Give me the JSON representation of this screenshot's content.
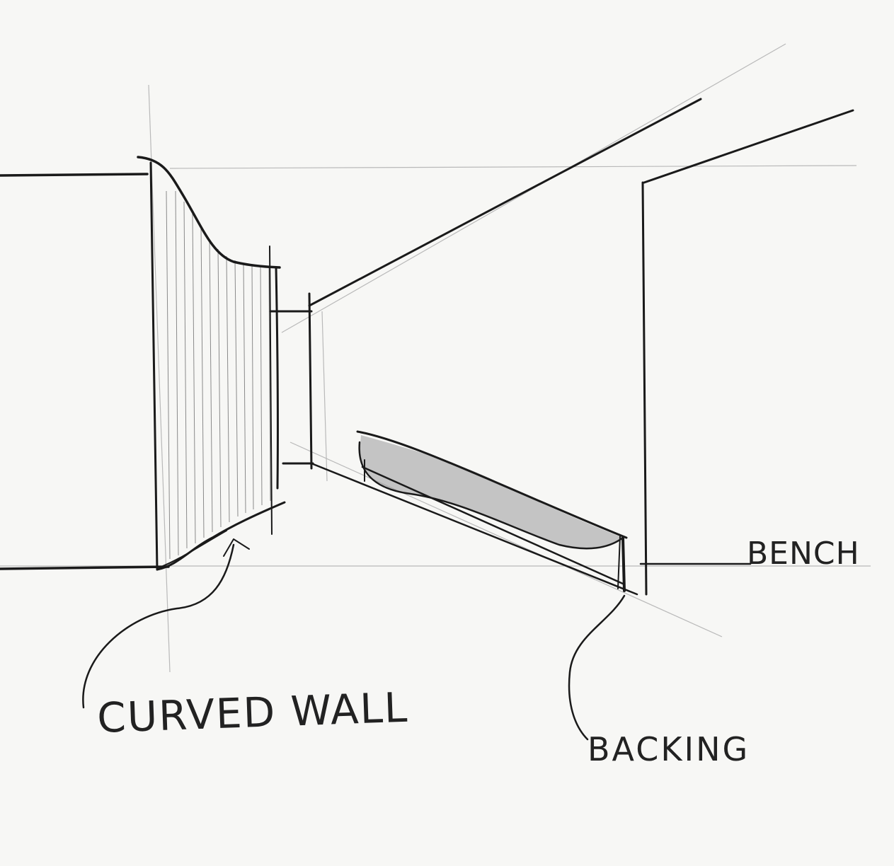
{
  "labels": {
    "curved_wall": "CURVED WALL",
    "bench": "BENCH",
    "backing": "BACKING"
  },
  "colors": {
    "paper": "#f7f7f5",
    "ink": "#1a1a1a",
    "guide": "#b9b9b9",
    "shade": "#8a8a8a"
  }
}
